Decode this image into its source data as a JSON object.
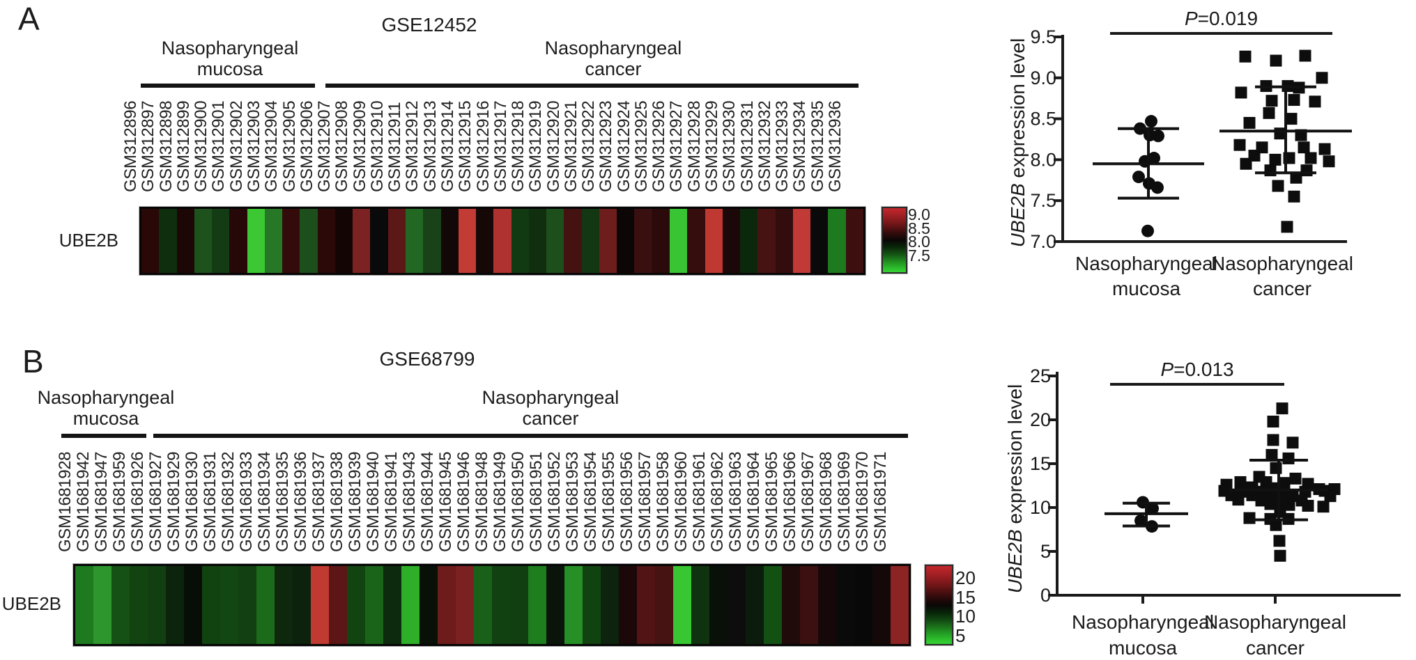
{
  "figure": {
    "gene": "UBE2B",
    "panel_letters": [
      "A",
      "B"
    ]
  },
  "chart_data": [
    {
      "type": "heatmap",
      "panel": "A",
      "title": "GSE12452",
      "row_label": "UBE2B",
      "groups": [
        {
          "name": "Nasopharyngeal mucosa",
          "label_lines": [
            "Nasopharyngeal",
            "mucosa"
          ],
          "columns": [
            "GSM312896",
            "GSM312897",
            "GSM312898",
            "GSM312899",
            "GSM312900",
            "GSM312901",
            "GSM312902",
            "GSM312903",
            "GSM312904",
            "GSM312905"
          ]
        },
        {
          "name": "Nasopharyngeal cancer",
          "label_lines": [
            "Nasopharyngeal",
            "cancer"
          ],
          "columns": [
            "GSM312906",
            "GSM312907",
            "GSM312908",
            "GSM312909",
            "GSM312910",
            "GSM312911",
            "GSM312912",
            "GSM312913",
            "GSM312914",
            "GSM312915",
            "GSM312916",
            "GSM312917",
            "GSM312918",
            "GSM312919",
            "GSM312920",
            "GSM312921",
            "GSM312922",
            "GSM312923",
            "GSM312924",
            "GSM312925",
            "GSM312926",
            "GSM312927",
            "GSM312928",
            "GSM312929",
            "GSM312930",
            "GSM312931",
            "GSM312932",
            "GSM312933",
            "GSM312934",
            "GSM312935",
            "GSM312936"
          ]
        }
      ],
      "cell_colors": [
        "#2a0808",
        "#0e2e0e",
        "#1c0606",
        "#1d521d",
        "#143c14",
        "#260808",
        "#3cc832",
        "#267726",
        "#330b0b",
        "#1c4f1c",
        "#2b0909",
        "#140505",
        "#7c2222",
        "#0a0a0a",
        "#5c1717",
        "#226722",
        "#194219",
        "#120808",
        "#c23b35",
        "#170808",
        "#b03230",
        "#123a12",
        "#0f2f0f",
        "#1d4f1d",
        "#451212",
        "#133613",
        "#6e1d1d",
        "#0d0606",
        "#3a0f0f",
        "#2a0a0a",
        "#38c433",
        "#350d0d",
        "#c03832",
        "#1c0808",
        "#0c280c",
        "#471212",
        "#330d0d",
        "#c23a35",
        "#0a0a0a",
        "#1e7a1e",
        "#3d0f0f"
      ],
      "approx_values": [
        8.4,
        8.1,
        8.3,
        7.9,
        8.0,
        8.4,
        7.5,
        7.8,
        8.45,
        7.95,
        8.4,
        8.3,
        8.65,
        8.25,
        8.6,
        7.85,
        8.0,
        8.3,
        8.95,
        8.35,
        8.9,
        8.05,
        8.1,
        7.95,
        8.5,
        8.05,
        8.6,
        8.3,
        8.45,
        8.4,
        7.55,
        8.45,
        8.9,
        8.35,
        8.1,
        8.5,
        8.45,
        8.95,
        8.25,
        7.85,
        8.5
      ],
      "color_scale": {
        "tick_labels": [
          "9.0",
          "8.5",
          "8.0",
          "7.5"
        ],
        "domain": [
          7.5,
          9.0
        ],
        "high_color": "#c4272c",
        "mid_color": "#0a0707",
        "low_color": "#36d236"
      }
    },
    {
      "type": "scatter",
      "panel": "A",
      "p_label": "P=0.019",
      "p_label_parts": [
        {
          "text": "P",
          "italic": true
        },
        {
          "text": "=0.019",
          "italic": false
        }
      ],
      "ylabel": "UBE2B expression level",
      "ylabel_parts": [
        {
          "text": "UBE2B",
          "italic": true
        },
        {
          "text": " expression level",
          "italic": false
        }
      ],
      "ylim": [
        7.0,
        9.5
      ],
      "ytick_labels": [
        "7.0",
        "7.5",
        "8.0",
        "8.5",
        "9.0",
        "9.5"
      ],
      "categories": [
        "Nasopharyngeal mucosa",
        "Nasopharyngeal cancer"
      ],
      "series": [
        {
          "name": "Nasopharyngeal mucosa",
          "label_lines": [
            "Nasopharyngeal",
            "mucosa"
          ],
          "marker": "circle",
          "mean": 7.95,
          "whisker_high": 8.38,
          "whisker_low": 7.53,
          "points": [
            {
              "dx": 4,
              "y": 8.47
            },
            {
              "dx": -12,
              "y": 8.38
            },
            {
              "dx": 2,
              "y": 8.3
            },
            {
              "dx": 14,
              "y": 8.29
            },
            {
              "dx": 8,
              "y": 8.02
            },
            {
              "dx": -5,
              "y": 7.98
            },
            {
              "dx": -14,
              "y": 7.79
            },
            {
              "dx": 1,
              "y": 7.71
            },
            {
              "dx": 13,
              "y": 7.66
            },
            {
              "dx": -1,
              "y": 7.13
            }
          ]
        },
        {
          "name": "Nasopharyngeal cancer",
          "label_lines": [
            "Nasopharyngeal",
            "cancer"
          ],
          "marker": "square",
          "mean": 8.35,
          "whisker_high": 8.89,
          "whisker_low": 7.84,
          "points": [
            {
              "dx": -58,
              "y": 9.26
            },
            {
              "dx": -14,
              "y": 9.21
            },
            {
              "dx": 28,
              "y": 9.27
            },
            {
              "dx": 52,
              "y": 9.0
            },
            {
              "dx": -64,
              "y": 8.82
            },
            {
              "dx": -28,
              "y": 8.9
            },
            {
              "dx": 3,
              "y": 8.9
            },
            {
              "dx": 19,
              "y": 8.88
            },
            {
              "dx": -20,
              "y": 8.72
            },
            {
              "dx": 12,
              "y": 8.73
            },
            {
              "dx": 42,
              "y": 8.71
            },
            {
              "dx": -24,
              "y": 8.57
            },
            {
              "dx": 8,
              "y": 8.5
            },
            {
              "dx": -52,
              "y": 8.45
            },
            {
              "dx": -8,
              "y": 8.32
            },
            {
              "dx": 22,
              "y": 8.3
            },
            {
              "dx": -66,
              "y": 8.18
            },
            {
              "dx": -34,
              "y": 8.15
            },
            {
              "dx": 26,
              "y": 8.15
            },
            {
              "dx": 56,
              "y": 8.13
            },
            {
              "dx": -45,
              "y": 8.05
            },
            {
              "dx": 5,
              "y": 8.02
            },
            {
              "dx": -15,
              "y": 8.0
            },
            {
              "dx": 36,
              "y": 8.02
            },
            {
              "dx": 62,
              "y": 7.98
            },
            {
              "dx": -57,
              "y": 7.95
            },
            {
              "dx": -22,
              "y": 7.87
            },
            {
              "dx": 30,
              "y": 7.87
            },
            {
              "dx": 15,
              "y": 7.78
            },
            {
              "dx": -11,
              "y": 7.68
            },
            {
              "dx": 12,
              "y": 7.55
            },
            {
              "dx": 2,
              "y": 7.18
            }
          ]
        }
      ]
    },
    {
      "type": "heatmap",
      "panel": "B",
      "title": "GSE68799",
      "row_label": "UBE2B",
      "groups": [
        {
          "name": "Nasopharyngeal mucosa",
          "label_lines": [
            "Nasopharyngeal",
            "mucosa"
          ],
          "columns": [
            "GSM1681928",
            "GSM1681942",
            "GSM1681947",
            "GSM1681959"
          ]
        },
        {
          "name": "Nasopharyngeal cancer",
          "label_lines": [
            "Nasopharyngeal",
            "cancer"
          ],
          "columns": [
            "GSM1681926",
            "GSM1681927",
            "GSM1681929",
            "GSM1681930",
            "GSM1681931",
            "GSM1681932",
            "GSM1681933",
            "GSM1681934",
            "GSM1681935",
            "GSM1681936",
            "GSM1681937",
            "GSM1681938",
            "GSM1681939",
            "GSM1681940",
            "GSM1681941",
            "GSM1681943",
            "GSM1681944",
            "GSM1681945",
            "GSM1681946",
            "GSM1681948",
            "GSM1681949",
            "GSM1681950",
            "GSM1681951",
            "GSM1681952",
            "GSM1681953",
            "GSM1681954",
            "GSM1681955",
            "GSM1681956",
            "GSM1681957",
            "GSM1681958",
            "GSM1681960",
            "GSM1681961",
            "GSM1681962",
            "GSM1681963",
            "GSM1681964",
            "GSM1681965",
            "GSM1681966",
            "GSM1681967",
            "GSM1681968",
            "GSM1681969",
            "GSM1681970",
            "GSM1681971"
          ]
        }
      ],
      "cell_colors": [
        "#1e7a1e",
        "#2d962d",
        "#155015",
        "#114411",
        "#113f11",
        "#0c240c",
        "#070e07",
        "#114311",
        "#124612",
        "#124012",
        "#1b6b1b",
        "#0d280d",
        "#0d220d",
        "#c03a32",
        "#5c1616",
        "#124412",
        "#1a641a",
        "#0e2a0e",
        "#2fae2a",
        "#081008",
        "#6e1b1b",
        "#7c2121",
        "#196119",
        "#114011",
        "#123f12",
        "#1e7e1e",
        "#0a140a",
        "#269026",
        "#114311",
        "#0d230d",
        "#1c0808",
        "#521414",
        "#471212",
        "#38c633",
        "#0f330f",
        "#081008",
        "#0d0d0d",
        "#0c1c0c",
        "#135113",
        "#200a0a",
        "#3c1010",
        "#160808",
        "#0a0a0a",
        "#080808",
        "#140808",
        "#8c2424"
      ],
      "approx_values": [
        9,
        8,
        10,
        10.8,
        10.9,
        12,
        12.4,
        10.8,
        10.7,
        10.9,
        9.4,
        11.9,
        12,
        18.5,
        15,
        10.8,
        9.5,
        11.8,
        7,
        12.3,
        15.5,
        15.8,
        9.6,
        10.9,
        10.9,
        9,
        12.2,
        8.6,
        10.8,
        12,
        13,
        14.8,
        14.5,
        5.5,
        10.4,
        12.3,
        12.5,
        11.9,
        10.2,
        13.2,
        14.2,
        13,
        12.5,
        12.4,
        13,
        16
      ],
      "color_scale": {
        "tick_labels": [
          "20",
          "15",
          "10",
          "5"
        ],
        "domain": [
          5,
          20
        ],
        "high_color": "#c4272c",
        "mid_color": "#0a0707",
        "low_color": "#36d236"
      }
    },
    {
      "type": "scatter",
      "panel": "B",
      "p_label": "P=0.013",
      "p_label_parts": [
        {
          "text": "P",
          "italic": true
        },
        {
          "text": "=0.013",
          "italic": false
        }
      ],
      "ylabel": "UBE2B expression level",
      "ylabel_parts": [
        {
          "text": "UBE2B",
          "italic": true
        },
        {
          "text": " expression level",
          "italic": false
        }
      ],
      "ylim": [
        0,
        25
      ],
      "ytick_labels": [
        "0",
        "5",
        "10",
        "15",
        "20",
        "25"
      ],
      "categories": [
        "Nasopharyngeal mucosa",
        "Nasopharyngeal cancer"
      ],
      "series": [
        {
          "name": "Nasopharyngeal mucosa",
          "label_lines": [
            "Nasopharyngeal",
            "mucosa"
          ],
          "marker": "circle",
          "mean": 9.3,
          "whisker_high": 10.5,
          "whisker_low": 7.9,
          "points": [
            {
              "dx": -5,
              "y": 10.6
            },
            {
              "dx": 9,
              "y": 9.9
            },
            {
              "dx": -8,
              "y": 8.5
            },
            {
              "dx": 8,
              "y": 7.85
            }
          ]
        },
        {
          "name": "Nasopharyngeal cancer",
          "label_lines": [
            "Nasopharyngeal",
            "cancer"
          ],
          "marker": "square",
          "mean": 12.0,
          "whisker_high": 15.4,
          "whisker_low": 8.6,
          "points": [
            {
              "dx": 5,
              "y": 21.3
            },
            {
              "dx": -8,
              "y": 19.8
            },
            {
              "dx": -8,
              "y": 17.7
            },
            {
              "dx": 20,
              "y": 17.4
            },
            {
              "dx": -10,
              "y": 16.0
            },
            {
              "dx": 14,
              "y": 15.6
            },
            {
              "dx": -4,
              "y": 14.5
            },
            {
              "dx": -28,
              "y": 13.5
            },
            {
              "dx": 24,
              "y": 13.3
            },
            {
              "dx": -55,
              "y": 12.9
            },
            {
              "dx": -18,
              "y": 12.9
            },
            {
              "dx": 8,
              "y": 12.8
            },
            {
              "dx": 42,
              "y": 12.7
            },
            {
              "dx": -75,
              "y": 12.6
            },
            {
              "dx": -38,
              "y": 12.3
            },
            {
              "dx": -5,
              "y": 12.2
            },
            {
              "dx": 58,
              "y": 12.1
            },
            {
              "dx": 80,
              "y": 12.1
            },
            {
              "dx": -78,
              "y": 11.9
            },
            {
              "dx": -55,
              "y": 11.8
            },
            {
              "dx": -22,
              "y": 11.8
            },
            {
              "dx": 8,
              "y": 11.8
            },
            {
              "dx": 38,
              "y": 11.8
            },
            {
              "dx": 66,
              "y": 11.9
            },
            {
              "dx": -68,
              "y": 11.4
            },
            {
              "dx": -38,
              "y": 11.4
            },
            {
              "dx": -8,
              "y": 11.4
            },
            {
              "dx": 20,
              "y": 11.3
            },
            {
              "dx": 74,
              "y": 11.3
            },
            {
              "dx": -58,
              "y": 10.9
            },
            {
              "dx": -25,
              "y": 10.8
            },
            {
              "dx": 5,
              "y": 10.8
            },
            {
              "dx": 33,
              "y": 10.8
            },
            {
              "dx": -12,
              "y": 10.4
            },
            {
              "dx": 15,
              "y": 10.3
            },
            {
              "dx": 42,
              "y": 10.2
            },
            {
              "dx": 64,
              "y": 10.1
            },
            {
              "dx": 2,
              "y": 9.5
            },
            {
              "dx": -42,
              "y": 8.8
            },
            {
              "dx": -12,
              "y": 8.7
            },
            {
              "dx": 14,
              "y": 8.7
            },
            {
              "dx": -4,
              "y": 8.0
            },
            {
              "dx": 1,
              "y": 6.2
            },
            {
              "dx": 2,
              "y": 4.5
            }
          ]
        }
      ]
    }
  ]
}
